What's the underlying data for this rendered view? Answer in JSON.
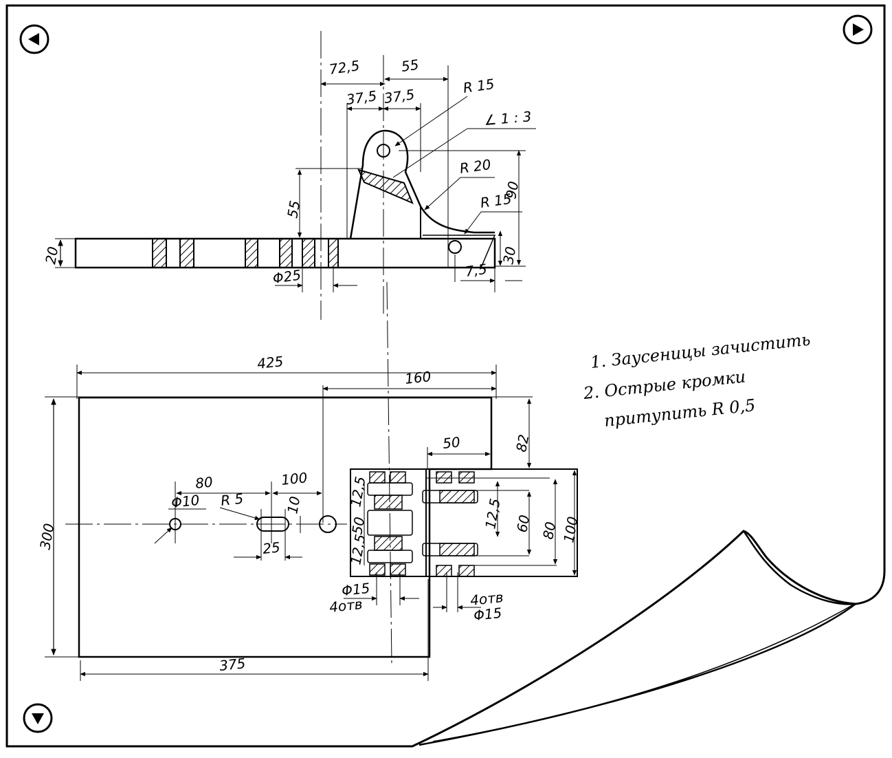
{
  "navigation": {
    "prev_icon": "arrow-left-icon",
    "next_icon": "arrow-right-icon",
    "down_icon": "arrow-down-icon"
  },
  "notes": [
    "1. Заусеницы зачистить",
    "2. Острые кромки",
    "притупить R 0,5"
  ],
  "dimensions": {
    "d72_5": "72,5",
    "d55_top": "55",
    "d37_5_left": "37,5",
    "d37_5_right": "37,5",
    "r15_top": "R 15",
    "slope": "∠ 1 : 3",
    "r20": "R 20",
    "r15_right": "R 15",
    "d90": "90",
    "d55_left": "55",
    "d20": "20",
    "d30": "30",
    "d7_5": "7,5",
    "phi25": "Φ25",
    "d425": "425",
    "d160": "160",
    "d50": "50",
    "d82": "82",
    "d80": "80",
    "d100_top": "100",
    "phi10": "Φ10",
    "r5": "R 5",
    "d10": "10",
    "d25": "25",
    "d300": "300",
    "d12_5_a": "12,5",
    "d50_v": "50",
    "d12_5_b": "12,5",
    "d12_5_c": "12,5",
    "d60": "60",
    "d80_v": "80",
    "d100_v": "100",
    "phi15_left": "Φ15",
    "holes_left": "4отв",
    "holes_right": "4отв",
    "phi15_right": "Φ15",
    "d375": "375"
  }
}
